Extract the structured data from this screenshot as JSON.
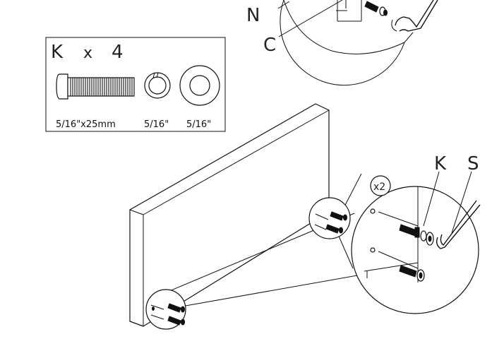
{
  "parts_box": {
    "letter": "K",
    "times": "x",
    "quantity": "4",
    "bolt_caption": "5/16\"x25mm",
    "lock_washer_caption": "5/16\"",
    "flat_washer_caption": "5/16\""
  },
  "labels": {
    "top_n": "N",
    "top_c": "C",
    "detail_k": "K",
    "detail_s": "S",
    "detail_multiplier": "x2"
  }
}
